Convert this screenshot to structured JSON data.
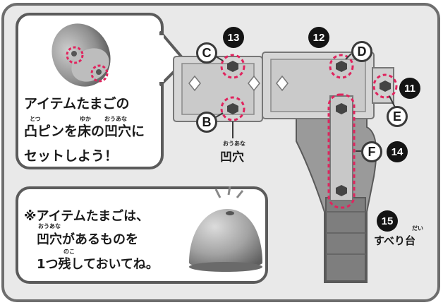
{
  "instruction_bubble": {
    "line1": "アイテムたまごの",
    "line2": "凸ピンを床の凹穴に",
    "line3": "セットしよう！",
    "ruby_totsu": "とつ",
    "ruby_yuka": "ゆか",
    "ruby_ouana": "おうあな"
  },
  "note_bubble": {
    "line1": "※アイテムたまごは、",
    "line2": "凹穴があるものを",
    "line3": "1つ残しておいてね。",
    "ruby_ouana": "おうあな",
    "ruby_nokosu": "のこ"
  },
  "hole_label": {
    "text": "凹穴",
    "ruby": "おうあな"
  },
  "slide_label": {
    "text": "すべり台",
    "ruby": "だい"
  },
  "point_labels": {
    "B": "B",
    "C": "C",
    "D": "D",
    "E": "E",
    "F": "F"
  },
  "part_numbers": {
    "p11": "11",
    "p12": "12",
    "p13": "13",
    "p14": "14",
    "p15": "15"
  },
  "colors": {
    "highlight": "#e0245e",
    "border": "#5b5b5b",
    "frame_bg": "#e9e9e9"
  }
}
